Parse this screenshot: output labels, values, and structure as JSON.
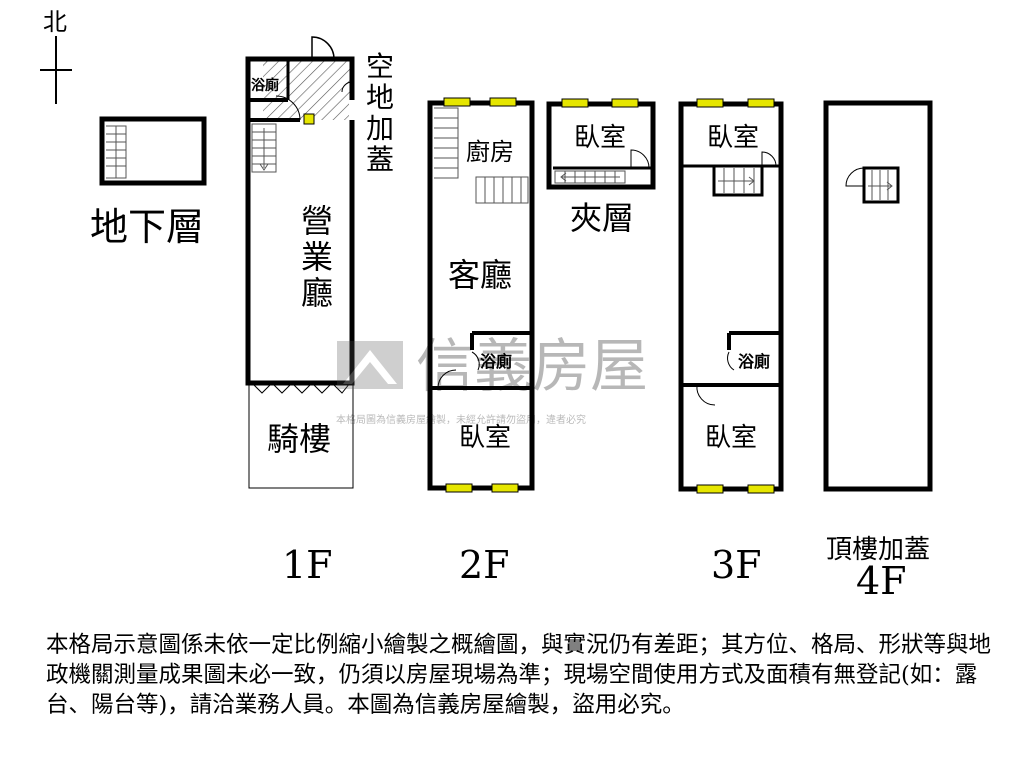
{
  "compass": {
    "label": "北"
  },
  "floors": {
    "basement": {
      "label": "地下層"
    },
    "f1": {
      "label": "1F",
      "rooms": {
        "bath": "浴廁",
        "hall": "營\n業\n廳",
        "arcade": "騎樓",
        "extension": "空\n地\n加\n蓋"
      }
    },
    "f2": {
      "label": "2F",
      "rooms": {
        "kitchen": "廚房",
        "living": "客廳",
        "bath": "浴廁",
        "bedroom": "臥室"
      }
    },
    "mezzanine": {
      "label": "夾層",
      "rooms": {
        "bedroom": "臥室"
      }
    },
    "f3": {
      "label": "3F",
      "rooms": {
        "bedroom_top": "臥室",
        "bath": "浴廁",
        "bedroom_bottom": "臥室"
      }
    },
    "f4": {
      "label_line1": "頂樓加蓋",
      "label_line2": "4F"
    }
  },
  "watermark": {
    "brand": "信義房屋",
    "notice": "本格局圖為信義房屋繪製，未經允許請勿盜用，違者必究"
  },
  "disclaimer": "本格局示意圖係未依一定比例縮小繪製之概繪圖，與實況仍有差距；其方位、格局、形狀等與地政機關測量成果圖未必一致，仍須以房屋現場為準；現場空間使用方式及面積有無登記(如：露台、陽台等)，請洽業務人員。本圖為信義房屋繪製，盜用必究。"
}
